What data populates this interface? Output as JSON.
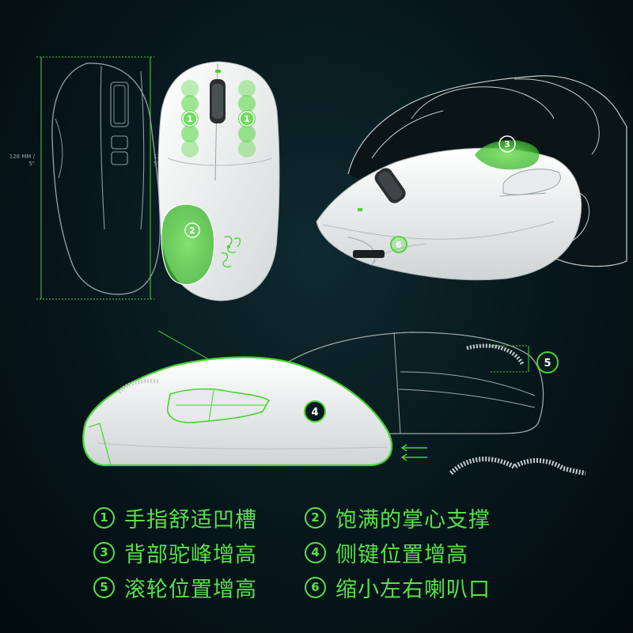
{
  "colors": {
    "accent": "#44d62c",
    "background": "#06161b",
    "outline": "#8f9a9c",
    "mouse_body": "#f2f4f4"
  },
  "dimensions": {
    "length_left": "128 MM /\n5\"",
    "length_right": "127 MM /\n5\""
  },
  "badges": {
    "b1a": "1",
    "b1b": "1",
    "b2": "2",
    "b3": "3",
    "b4": "4",
    "b5": "5",
    "b6": "6"
  },
  "legend": [
    {
      "num": "1",
      "text": "手指舒适凹槽"
    },
    {
      "num": "2",
      "text": "饱满的掌心支撑"
    },
    {
      "num": "3",
      "text": "背部驼峰增高"
    },
    {
      "num": "4",
      "text": "侧键位置增高"
    },
    {
      "num": "5",
      "text": "滚轮位置增高"
    },
    {
      "num": "6",
      "text": "缩小左右喇叭口"
    }
  ]
}
